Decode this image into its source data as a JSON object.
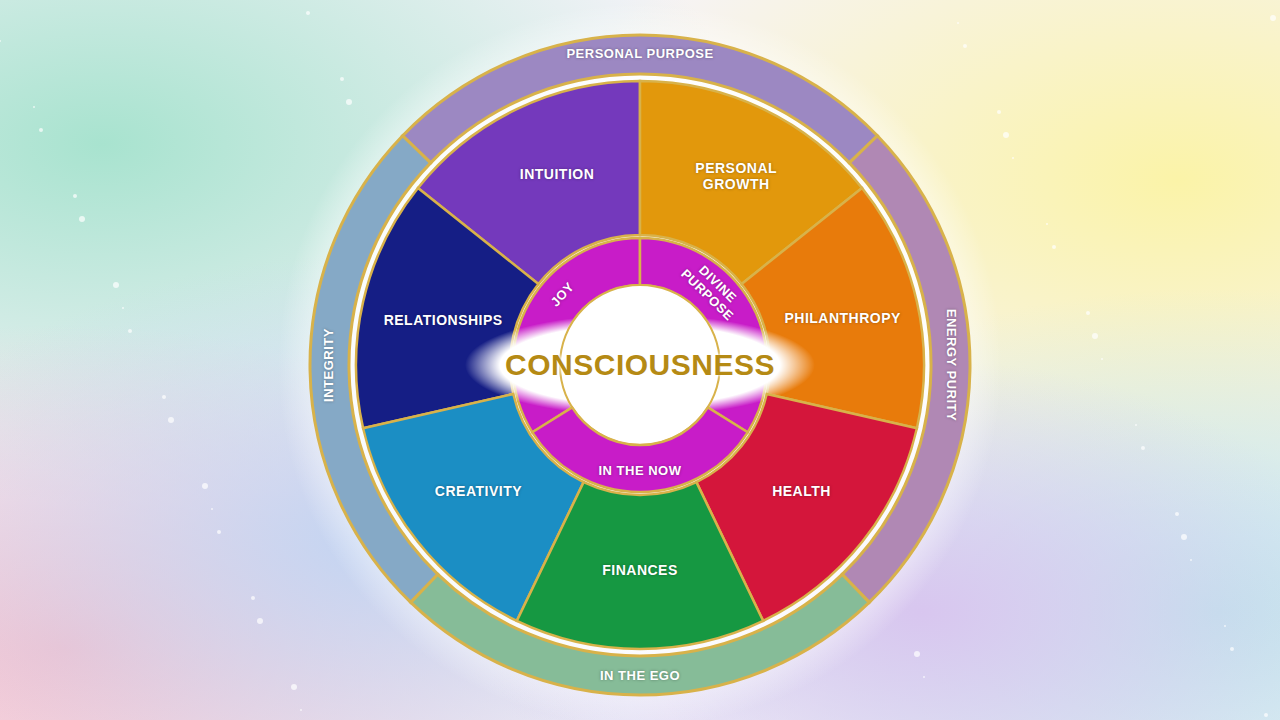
{
  "diagram": {
    "nodes": [
      {
        "text": [
          "PERSONAL PURPOSE"
        ]
      },
      {
        "text": [
          "INTUITION"
        ]
      },
      {
        "text": [
          "PERSONAL GROWTH"
        ]
      },
      {
        "text": [
          "RELATIONSHIPS"
        ]
      },
      {
        "text": [
          "JOY"
        ]
      },
      {
        "text": [
          "DIVINE PURPOSE"
        ]
      },
      {
        "text": [
          "PHILANTHROPY"
        ]
      },
      {
        "text": [
          "INTEGRITY"
        ]
      },
      {
        "text": [
          "CONSCIOUSNESS"
        ]
      },
      {
        "text": [
          "ENERGY PURITY"
        ]
      },
      {
        "text": [
          "IN THE NOW"
        ]
      },
      {
        "text": [
          "CREATIVITY"
        ]
      },
      {
        "text": [
          "HEALTH"
        ]
      },
      {
        "text": [
          "FINANCES"
        ]
      },
      {
        "text": [
          "IN THE EGO"
        ]
      }
    ]
  }
}
